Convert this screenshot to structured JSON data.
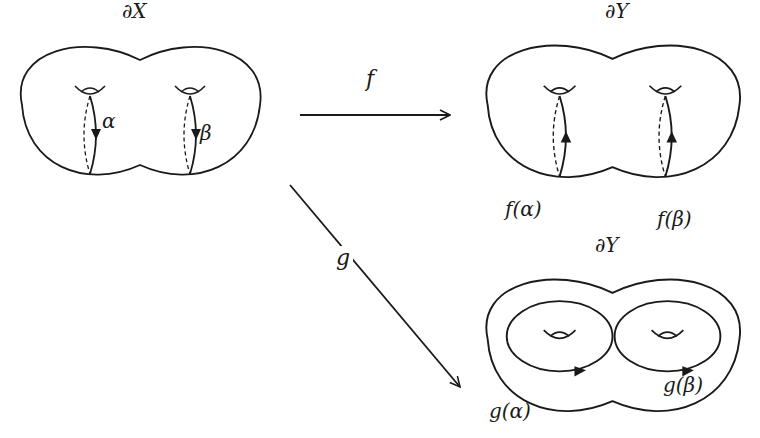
{
  "diagram": {
    "nodes": [
      {
        "text": [
          "∂X",
          "α",
          "β"
        ]
      },
      {
        "text": [
          "∂Y",
          "f(α)",
          "f(β)"
        ]
      },
      {
        "text": [
          "∂Y",
          "g(α)",
          "g(β)"
        ]
      }
    ],
    "edges": [
      {
        "from": 0,
        "to": 1,
        "label": "f",
        "arrow": "to"
      },
      {
        "from": 0,
        "to": 2,
        "label": "g",
        "arrow": "to"
      }
    ]
  }
}
